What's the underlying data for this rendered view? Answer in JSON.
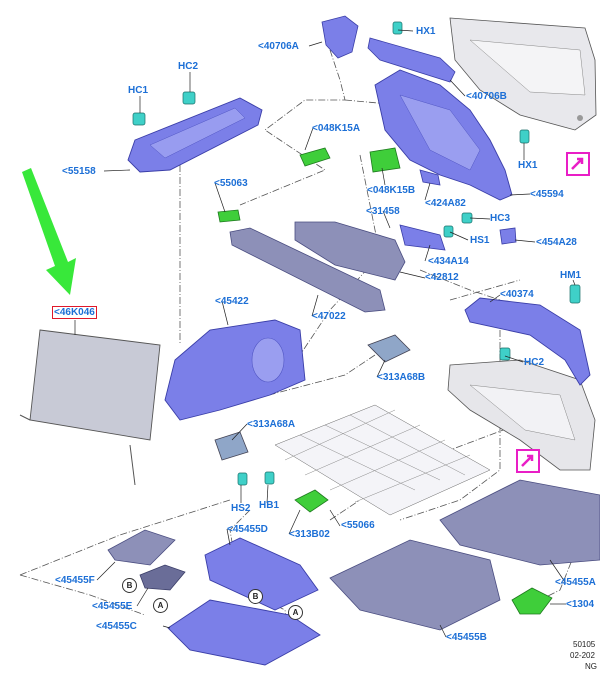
{
  "labels": {
    "l40706A": "<40706A",
    "lHX1a": "HX1",
    "l40706B": "<40706B",
    "lHC1": "HC1",
    "lHC2a": "HC2",
    "l048K15A": "<048K15A",
    "lHX1b": "HX1",
    "l55158": "<55158",
    "l048K15B": "<048K15B",
    "l45594": "<45594",
    "l55063": "<55063",
    "l424A82": "<424A82",
    "l31458": "<31458",
    "lHC3": "HC3",
    "lHS1": "HS1",
    "l454A28": "<454A28",
    "l434A14": "<434A14",
    "l42812": "<42812",
    "lHM1": "HM1",
    "l40374": "<40374",
    "l45422": "<45422",
    "l46K046": "<46K046",
    "l47022": "<47022",
    "l313A68B": "<313A68B",
    "lHC2b": "HC2",
    "l313A68A": "<313A68A",
    "lHS2": "HS2",
    "lHB1": "HB1",
    "l313B02": "<313B02",
    "l55066": "<55066",
    "l45455D": "<45455D",
    "l45455F": "<45455F",
    "l45455A": "<45455A",
    "l45455E": "<45455E",
    "l45455C": "<45455C",
    "l45455B": "<45455B",
    "l1304": "<1304"
  },
  "circles": {
    "b1": "B",
    "a1": "A",
    "b2": "B",
    "a2": "A"
  },
  "footer": {
    "line1": "50105",
    "line2": "02-202",
    "line3": "NG"
  },
  "colors": {
    "part_blue": "#7b7fe8",
    "part_blue_dark": "#5156c4",
    "part_gray": "#8d90b8",
    "clip_teal": "#3fd0c8",
    "clip_green": "#3fce3a",
    "label_blue": "#1c6fd6",
    "arrow_green": "#38e83a",
    "callout_magenta": "#e91ec6",
    "highlight_red": "#e0182a"
  }
}
